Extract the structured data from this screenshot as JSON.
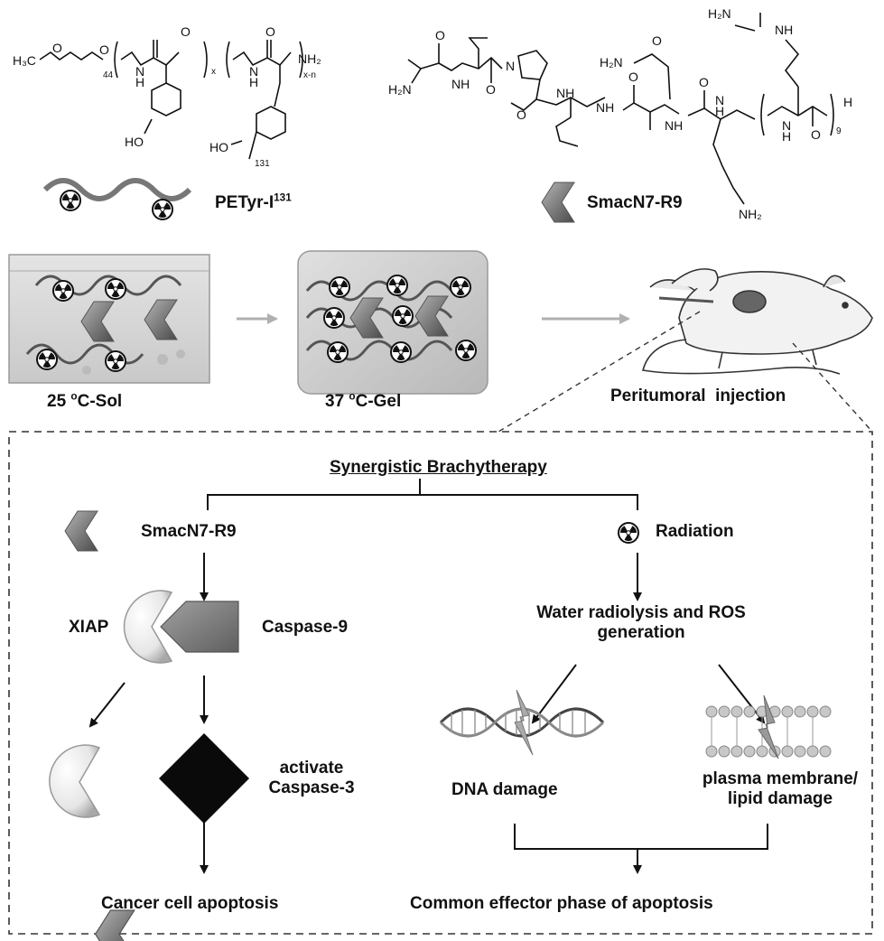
{
  "top": {
    "polymer_label": "PETyr-I",
    "polymer_sup": "131",
    "peptide_label": "SmacN7-R9",
    "sol_label": "25 ",
    "sol_sup": "o",
    "sol_suffix": "C-Sol",
    "gel_label": "37 ",
    "gel_sup": "o",
    "gel_suffix": "C-Gel",
    "injection_label": "Peritumoral  injection"
  },
  "chem": {
    "ch3o": "H₃C",
    "o1": "O",
    "o2": "O",
    "n44": "44",
    "x": "x",
    "xn": "x-n",
    "nh2_end": "NH₂",
    "ho1": "HO",
    "ho2": "HO",
    "i131": "131",
    "h2n_guan": "H₂N",
    "nh_guan": "NH",
    "h2n_left": "H₂N",
    "h2n_gln": "H₂N",
    "nh2_lys": "NH₂",
    "sub9": "9",
    "h_end": "H"
  },
  "mechanism": {
    "title": "Synergistic Brachytherapy",
    "left_agent": "SmacN7-R9",
    "right_agent": "Radiation",
    "xiap": "XIAP",
    "caspase9": "Caspase-9",
    "activate_line1": "activate",
    "activate_line2": "Caspase-3",
    "apoptosis_left": "Cancer cell apoptosis",
    "ros_line1": "Water radiolysis and ROS",
    "ros_line2": "generation",
    "dna": "DNA damage",
    "membrane_line1": "plasma membrane/",
    "membrane_line2": "lipid damage",
    "apoptosis_right": "Common effector phase of apoptosis"
  }
}
